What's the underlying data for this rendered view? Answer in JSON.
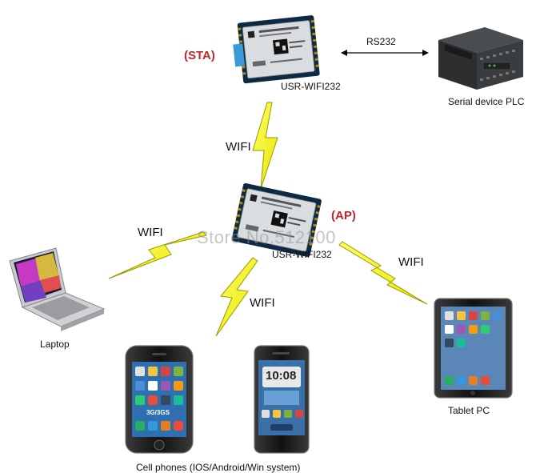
{
  "modules": {
    "top": {
      "mode": "(STA)",
      "name": "USR-WIFI232"
    },
    "center": {
      "mode": "(AP)",
      "name": "USR-WIFI232"
    }
  },
  "links": {
    "serial": "RS232",
    "vertical": "WIFI",
    "laptop": "WIFI",
    "phone": "WIFI",
    "tablet": "WIFI"
  },
  "devices": {
    "plc": "Serial device PLC",
    "laptop": "Laptop",
    "tablet": "Tablet PC",
    "phones": "Cell phones (IOS/Android/Win system)"
  },
  "watermark": "Store No.512100",
  "phone_screens": {
    "iphone": "3G/3GS",
    "htc_clock": "10:08"
  },
  "colors": {
    "bolt_fill": "#ffff33",
    "bolt_stroke": "#8a8a00",
    "mode_label": "#c0272d"
  }
}
